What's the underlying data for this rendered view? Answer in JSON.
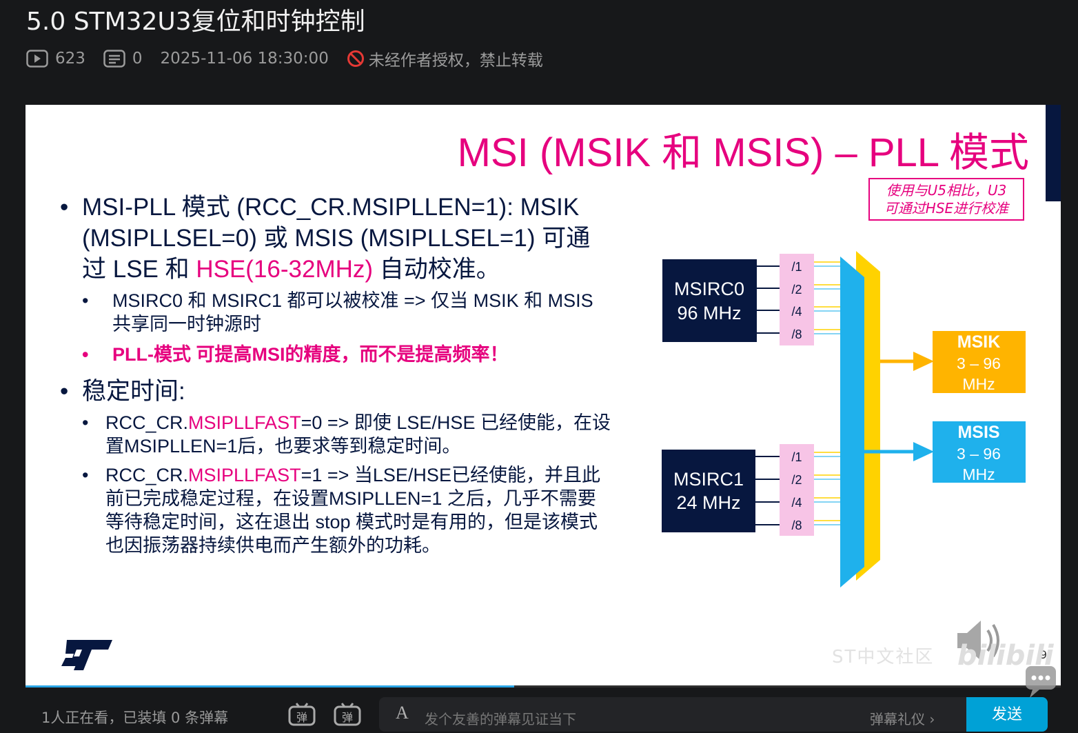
{
  "video": {
    "title": "5.0 STM32U3复位和时钟控制",
    "plays": "623",
    "danmaku_count": "0",
    "datetime": "2025-11-06 18:30:00",
    "copyright": "未经作者授权，禁止转载"
  },
  "slide": {
    "title": "MSI (MSIK 和 MSIS) – PLL 模式",
    "note": [
      "使用与U5相比，U3",
      "可通过HSE进行校准"
    ],
    "bullet1": {
      "text": "MSI-PLL 模式 (RCC_CR.MSIPLLEN=1): MSIK (MSIPLLSEL=0) 或 MSIS (MSIPLLSEL=1) 可通过 LSE 和 ",
      "highlight": "HSE(16-32MHz)",
      "tail": " 自动校准。",
      "subs": [
        "MSIRC0 和 MSIRC1 都可以被校准 => 仅当 MSIK 和 MSIS 共享同一时钟源时"
      ],
      "emphasis": "PLL-模式 可提高MSI的精度，而不是提高频率！"
    },
    "bullet2": {
      "text": "稳定时间:",
      "subs": [
        {
          "pre": "RCC_CR.",
          "hl": "MSIPLLFAST",
          "post": "=0 => 即使 LSE/HSE 已经使能，在设置MSIPLLEN=1后，也要求等到稳定时间。"
        },
        {
          "pre": "RCC_CR.",
          "hl": "MSIPLLFAST",
          "post": "=1 => 当LSE/HSE已经使能，并且此前已完成稳定过程，在设置MSIPLLEN=1 之后，几乎不需要等待稳定时间，这在退出 stop 模式时是有用的，但是该模式也因振荡器持续供电而产生额外的功耗。"
        }
      ]
    },
    "diagram": {
      "rc0": [
        "MSIRC0",
        "96 MHz"
      ],
      "rc1": [
        "MSIRC1",
        "24 MHz"
      ],
      "dividers": [
        "/1",
        "/2",
        "/4",
        "/8"
      ],
      "msik": [
        "MSIK",
        "3 – 96",
        "MHz"
      ],
      "msis": [
        "MSIS",
        "3 – 96",
        "MHz"
      ]
    },
    "page_number": "9",
    "watermark_text": "ST中文社区",
    "watermark_brand": "bilibili"
  },
  "player": {
    "progress_fraction": 0.472,
    "viewers": "1人正在看，已装填 0 条弹幕",
    "danmaku_placeholder": "发个友善的弹幕见证当下",
    "danmaku_etiquette": "弹幕礼仪 ›",
    "send_label": "发送",
    "danmaku_icon_label": "弹"
  },
  "colors": {
    "pink": "#e6007e",
    "navy": "#07173f",
    "orange": "#ffb400",
    "cyan": "#1fb1ec",
    "yellow": "#ffd200",
    "divider_pink": "#f7c4e6",
    "accent_blue": "#00a1d6"
  }
}
